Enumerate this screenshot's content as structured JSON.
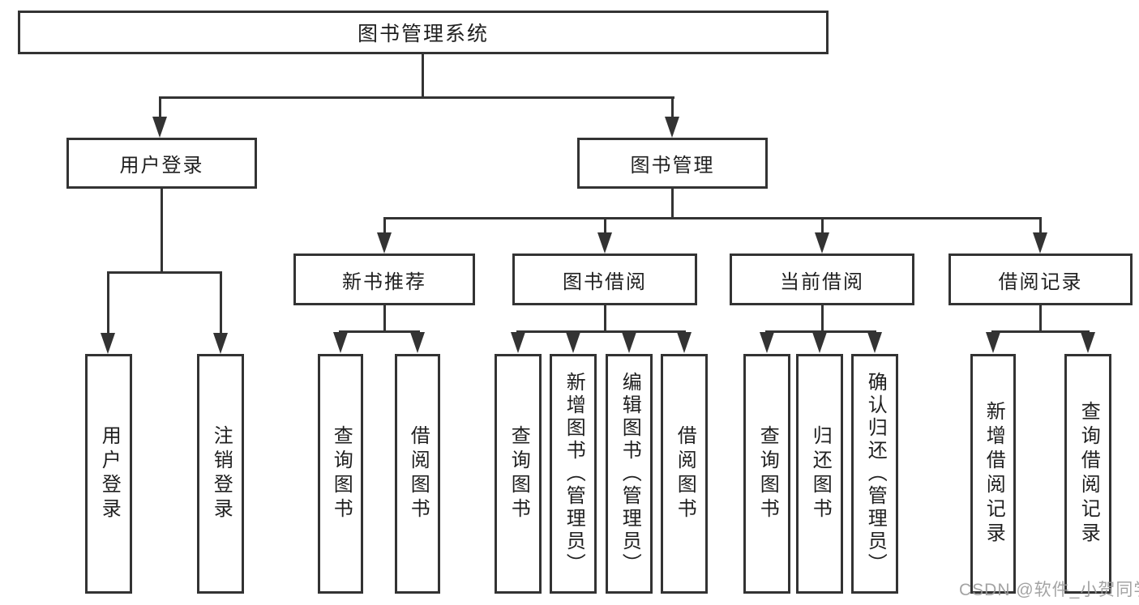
{
  "diagram": {
    "root": {
      "label": "图书管理系统"
    },
    "user_login": {
      "label": "用户登录",
      "children": [
        {
          "label": "用户登录"
        },
        {
          "label": "注销登录"
        }
      ]
    },
    "book_management": {
      "label": "图书管理",
      "sections": [
        {
          "label": "新书推荐",
          "children": [
            {
              "label": "查询图书"
            },
            {
              "label": "借阅图书"
            }
          ]
        },
        {
          "label": "图书借阅",
          "children": [
            {
              "label": "查询图书"
            },
            {
              "label": "新增图书（管理员）"
            },
            {
              "label": "编辑图书（管理员）"
            },
            {
              "label": "借阅图书"
            }
          ]
        },
        {
          "label": "当前借阅",
          "children": [
            {
              "label": "查询图书"
            },
            {
              "label": "归还图书"
            },
            {
              "label": "确认归还（管理员）"
            }
          ]
        },
        {
          "label": "借阅记录",
          "children": [
            {
              "label": "新增借阅记录"
            },
            {
              "label": "查询借阅记录"
            }
          ]
        }
      ]
    }
  },
  "watermark": {
    "text": "CSDN @软件_小贺同学",
    "color": "#9a9a9a"
  },
  "colors": {
    "line": "#333333",
    "text": "#1f1f1f",
    "background": "#ffffff"
  }
}
